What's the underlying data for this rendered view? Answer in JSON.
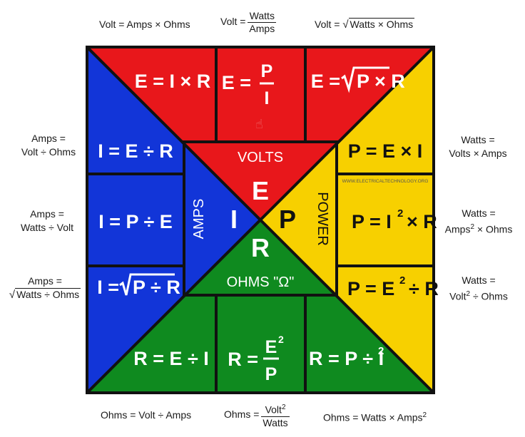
{
  "colors": {
    "volts": "#e8171b",
    "amps": "#1235d8",
    "ohms": "#0f8a1f",
    "power": "#f7d000",
    "border": "#111111"
  },
  "top_labels": {
    "volt_amps_ohms": "Volt = Amps × Ohms",
    "volt_frac_left": "Volt =",
    "volt_frac_num": "Watts",
    "volt_frac_den": "Amps",
    "volt_sqrt_left": "Volt =",
    "volt_sqrt_body": "Watts × Ohms"
  },
  "left_labels": {
    "a1_l1": "Amps =",
    "a1_l2": "Volt ÷ Ohms",
    "a2_l1": "Amps =",
    "a2_l2": "Watts ÷ Volt",
    "a3_l1": "Amps =",
    "a3_body": "Watts ÷ Ohms"
  },
  "right_labels": {
    "w1_l1": "Watts =",
    "w1_l2": "Volts × Amps",
    "w2_l1": "Watts =",
    "w2_l2a": "Amps",
    "w2_l2b": "× Ohms",
    "w3_l1": "Watts =",
    "w3_l2a": "Volt",
    "w3_l2b": "÷ Ohms"
  },
  "bottom_labels": {
    "o1": "Ohms = Volt ÷ Amps",
    "o2_left": "Ohms =",
    "o2_num": "Volt",
    "o2_den": "Watts",
    "o3a": "Ohms = Watts × Amps"
  },
  "formulas": {
    "e1": "E = I × R",
    "e2_left": "E =",
    "e2_num": "P",
    "e2_den": "I",
    "e3_left": "E =",
    "e3_body": "P × R",
    "i1": "I = E ÷ R",
    "i2": "I = P ÷ E",
    "i3_left": "I =",
    "i3_body": "P ÷ R",
    "p1": "P = E × I",
    "p2a": "P = I",
    "p2b": "× R",
    "p3a": "P = E",
    "p3b": "÷ R",
    "r1": "R = E ÷ I",
    "r2_left": "R =",
    "r2_num": "E",
    "r2_den": "P",
    "r3a": "R = P ÷ I"
  },
  "center": {
    "volts": "VOLTS",
    "amps": "AMPS",
    "ohms": "OHMS \"Ω\"",
    "power": "POWER",
    "E": "E",
    "I": "I",
    "R": "R",
    "P": "P"
  },
  "watermark": "WWW.ELECTRICALTECHNOLOGY.ORG",
  "superscript_two": "2"
}
